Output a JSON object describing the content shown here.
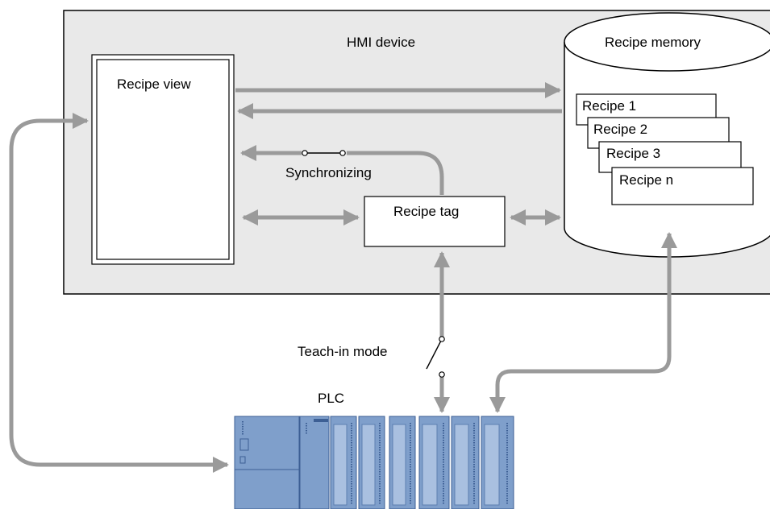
{
  "diagram": {
    "hmi_device_label": "HMI device",
    "recipe_view_label": "Recipe view",
    "recipe_memory_label": "Recipe memory",
    "recipes": [
      "Recipe 1",
      "Recipe 2",
      "Recipe 3",
      "Recipe n"
    ],
    "recipe_tag_label": "Recipe tag",
    "synchronizing_label": "Synchronizing",
    "teach_in_label": "Teach-in mode",
    "plc_label": "PLC"
  },
  "colors": {
    "hmi_background": "#e9e9e9",
    "arrow": "#9a9a9a",
    "plc_blue": "#7f9fcb",
    "plc_dark": "#5d7fb0",
    "plc_light": "#a9c0e0"
  },
  "icons": [
    "arrow-icon",
    "switch-icon",
    "plc-hardware-icon"
  ]
}
